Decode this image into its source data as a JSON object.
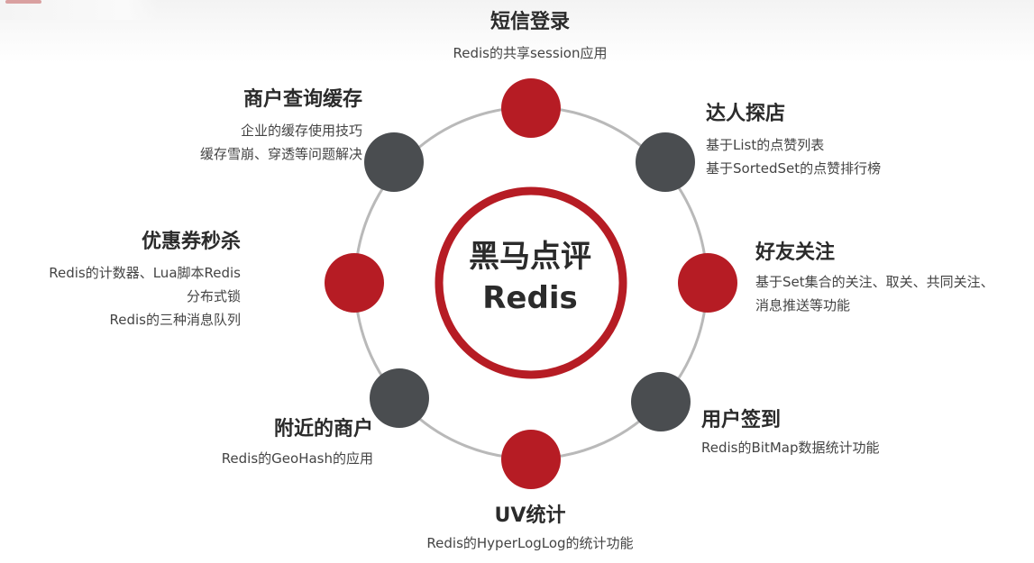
{
  "colors": {
    "red": "#b61c24",
    "dark": "#4a4d50",
    "ring": "#b9b9b9",
    "center_ring": "#b61c24"
  },
  "center": {
    "line1": "黑马点评",
    "line2": "Redis"
  },
  "nodes": [
    {
      "id": "sms-login",
      "color": "red",
      "title": "短信登录",
      "desc": [
        "Redis的共享session应用"
      ]
    },
    {
      "id": "expert-store",
      "color": "dark",
      "title": "达人探店",
      "desc": [
        "基于List的点赞列表",
        "基于SortedSet的点赞排行榜"
      ]
    },
    {
      "id": "friend-follow",
      "color": "red",
      "title": "好友关注",
      "desc": [
        "基于Set集合的关注、取关、共同关注、",
        "消息推送等功能"
      ]
    },
    {
      "id": "user-signin",
      "color": "dark",
      "title": "用户签到",
      "desc": [
        "Redis的BitMap数据统计功能"
      ]
    },
    {
      "id": "uv-stats",
      "color": "red",
      "title": "UV统计",
      "desc": [
        "Redis的HyperLogLog的统计功能"
      ]
    },
    {
      "id": "nearby-merchants",
      "color": "dark",
      "title": "附近的商户",
      "desc": [
        "Redis的GeoHash的应用"
      ]
    },
    {
      "id": "coupon-seckill",
      "color": "red",
      "title": "优惠券秒杀",
      "desc": [
        "Redis的计数器、Lua脚本Redis",
        "分布式锁",
        "Redis的三种消息队列"
      ]
    },
    {
      "id": "merchant-cache",
      "color": "dark",
      "title": "商户查询缓存",
      "desc": [
        "企业的缓存使用技巧",
        "缓存雪崩、穿透等问题解决"
      ]
    }
  ]
}
